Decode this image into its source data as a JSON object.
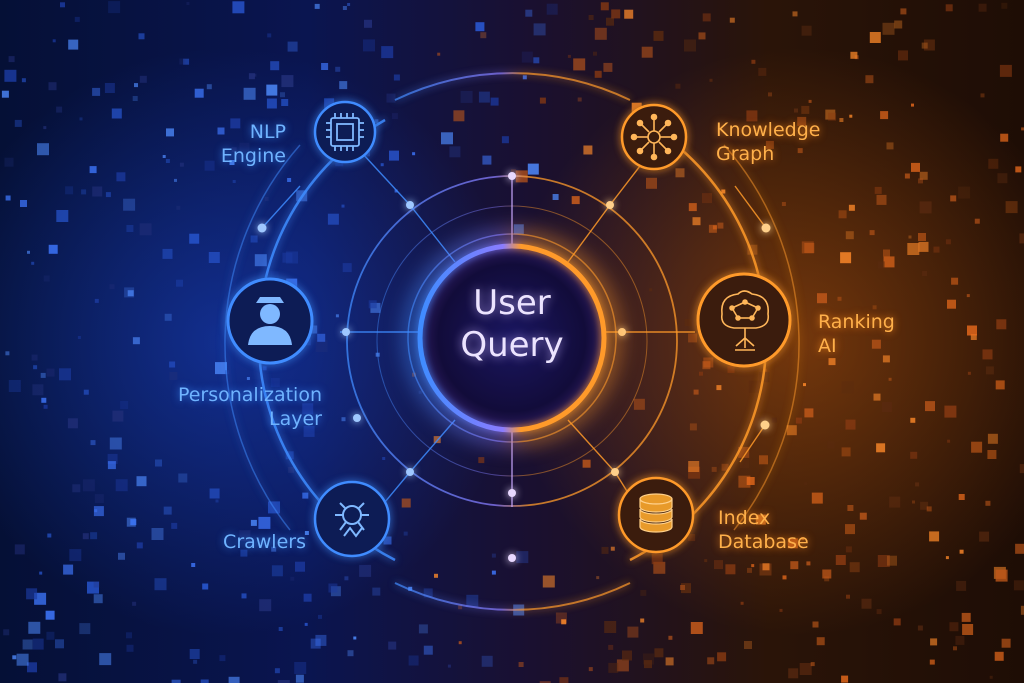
{
  "center": {
    "line1": "User",
    "line2": "Query"
  },
  "nodes": {
    "nlp": {
      "line1": "NLP",
      "line2": "Engine",
      "icon": "cpu-chip-icon"
    },
    "personalization": {
      "line1": "Personalization",
      "line2": "Layer",
      "icon": "user-profile-icon"
    },
    "crawlers": {
      "line1": "Crawlers",
      "icon": "bug-crawler-icon"
    },
    "knowledge": {
      "line1": "Knowledge",
      "line2": "Graph",
      "icon": "network-graph-icon"
    },
    "ranking": {
      "line1": "Ranking",
      "line2": "AI",
      "icon": "brain-tree-icon"
    },
    "index": {
      "line1": "Index",
      "line2": "Database",
      "icon": "database-coins-icon"
    }
  },
  "colors": {
    "blue": "#3f8cff",
    "orange": "#ff9a2a",
    "center_text": "#ece4ff"
  }
}
